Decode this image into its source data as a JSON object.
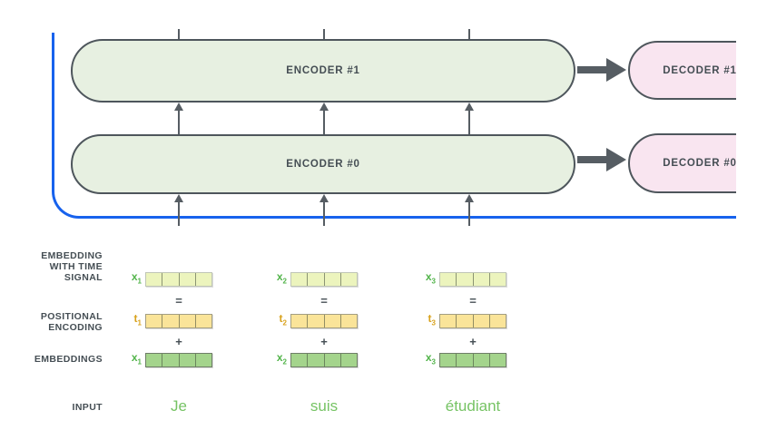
{
  "diagram": {
    "encoders": [
      {
        "label": "ENCODER #1"
      },
      {
        "label": "ENCODER #0"
      }
    ],
    "decoders": [
      {
        "label": "DECODER #1"
      },
      {
        "label": "DECODER #0"
      }
    ],
    "row_labels": {
      "embedding_time_line1": "EMBEDDING",
      "embedding_time_line2": "WITH TIME",
      "embedding_time_line3": "SIGNAL",
      "positional_line1": "POSITIONAL",
      "positional_line2": "ENCODING",
      "embeddings": "EMBEDDINGS",
      "input": "INPUT"
    },
    "operators": {
      "equals": "=",
      "plus": "+"
    },
    "columns": [
      {
        "x_label": "x",
        "t_label": "t",
        "subscript": "1",
        "word": "Je"
      },
      {
        "x_label": "x",
        "t_label": "t",
        "subscript": "2",
        "word": "suis"
      },
      {
        "x_label": "x",
        "t_label": "t",
        "subscript": "3",
        "word": "étudiant"
      }
    ],
    "vector_cells_per_row": 4,
    "colors": {
      "blue": "#1762ed",
      "box_border": "#4e565c",
      "arrow": "#565d63",
      "text_dark": "#454e54",
      "encoder_fill": "#e7f0e1",
      "decoder_fill": "#f9e5f0",
      "time_cell": "#ecf4bd",
      "time_border": "#bfc5b6",
      "pos_cell": "#fae499",
      "pos_border": "#a39e82",
      "emb_cell": "#a4d48c",
      "emb_border": "#6f7e68",
      "x_label": "#52b44a",
      "t_label": "#d8a21d",
      "word_green": "#76c364"
    }
  }
}
